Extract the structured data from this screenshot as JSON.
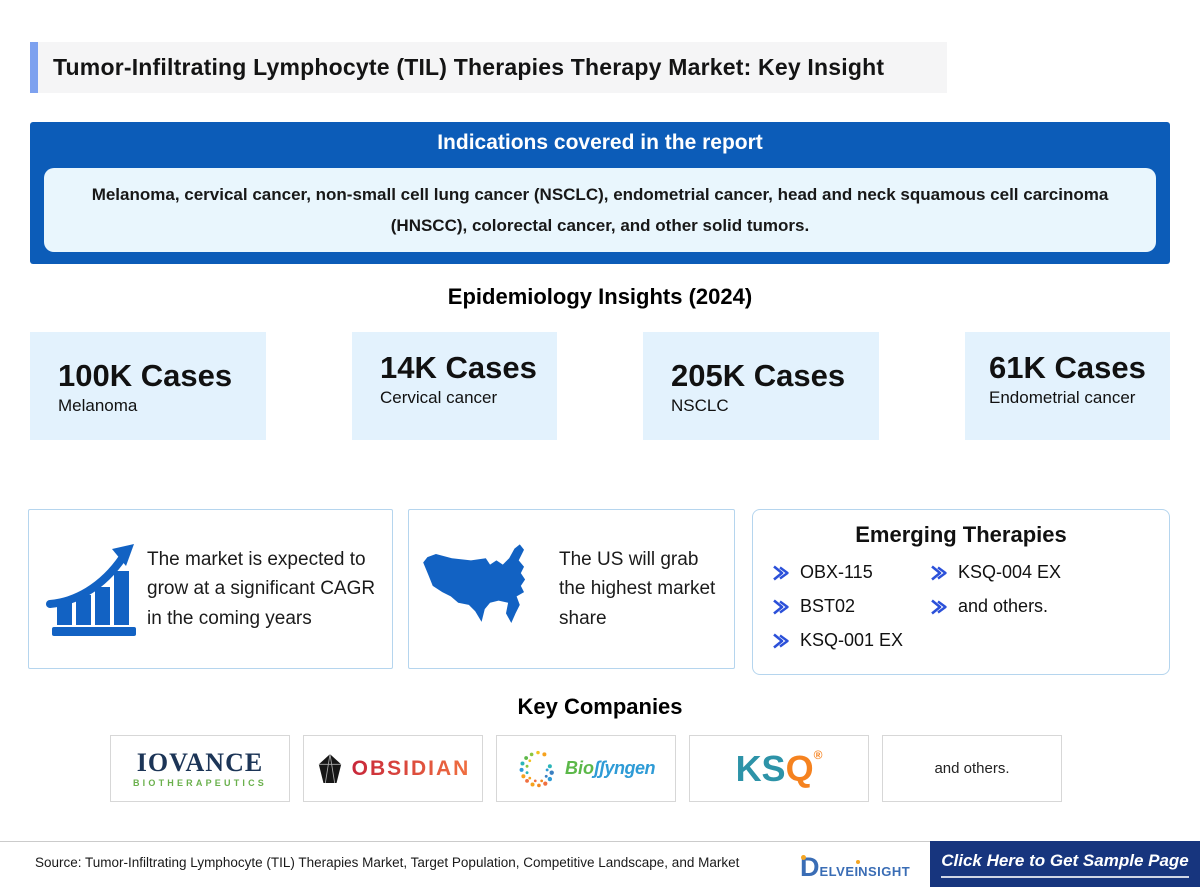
{
  "header": {
    "title": "Tumor-Infiltrating Lymphocyte (TIL) Therapies Therapy Market: Key Insight"
  },
  "indications": {
    "title": "Indications covered in the report",
    "body": "Melanoma, cervical cancer, non-small cell lung cancer (NSCLC), endometrial cancer, head and neck squamous cell carcinoma (HNSCC), colorectal cancer, and other solid tumors."
  },
  "epidemiology": {
    "title": "Epidemiology Insights (2024)",
    "cards": [
      {
        "value": "100K Cases",
        "label": "Melanoma"
      },
      {
        "value": "14K Cases",
        "label": "Cervical cancer"
      },
      {
        "value": "205K Cases",
        "label": "NSCLC"
      },
      {
        "value": "61K Cases",
        "label": "Endometrial cancer"
      }
    ]
  },
  "insight_boxes": {
    "market_growth": {
      "icon": "growth-chart-icon",
      "text": "The market is expected to grow at a significant CAGR in the coming years"
    },
    "us_market": {
      "icon": "us-map-icon",
      "text": "The US will grab the highest market share"
    }
  },
  "emerging_therapies": {
    "title": "Emerging Therapies",
    "bullet_icon": "double-chevron-arrow-icon",
    "column_left": [
      "OBX-115",
      "BST02",
      "KSQ-001 EX"
    ],
    "column_right": [
      "KSQ-004 EX",
      "and others."
    ]
  },
  "key_companies": {
    "title": "Key Companies",
    "iovance": {
      "name": "IOVANCE",
      "subtitle": "BIOTHERAPEUTICS"
    },
    "obsidian": {
      "name": "OBSIDIAN"
    },
    "biosyngen": {
      "name_green": "Bio",
      "name_blue": "ʃʃyngen"
    },
    "ksq": {
      "name_teal": "KS",
      "name_orange": "Q",
      "reg_mark": "®"
    },
    "others": {
      "label": "and others."
    }
  },
  "footer": {
    "source": "Source: Tumor-Infiltrating Lymphocyte (TIL) Therapies Market, Target Population, Competitive Landscape, and Market",
    "brand": {
      "d": "D",
      "part1": "ELVE",
      "i": "I",
      "part2": "NSIGHT"
    },
    "cta_label": "Click Here to Get Sample Page"
  },
  "colors": {
    "primary_blue": "#0c5cb8",
    "icon_blue": "#1262c3",
    "light_blue_card": "#e3f2fd",
    "panel_light": "#e9f6fd",
    "accent_bar": "#7da1ef",
    "bullet_blue": "#2b50d9",
    "cta_navy": "#17357e",
    "iovance_navy": "#1c3557",
    "iovance_green": "#6ab04c",
    "obsidian_red": "#c8273a",
    "obsidian_orange": "#f07040",
    "biosyngen_green": "#5cb849",
    "biosyngen_blue": "#2e9bd6",
    "ksq_teal": "#2d93a8",
    "ksq_orange": "#f5821f",
    "delveinsight_blue": "#3a6db5"
  }
}
